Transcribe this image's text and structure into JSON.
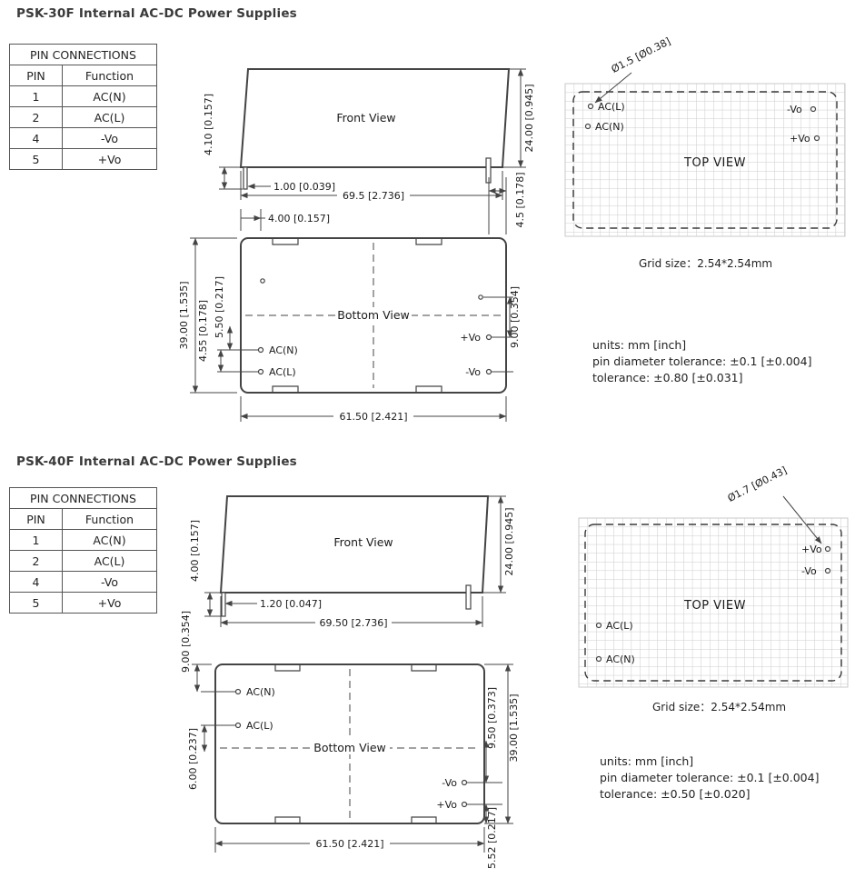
{
  "sections": [
    {
      "title": "PSK-30F Internal AC-DC Power Supplies",
      "pin_table": {
        "title": "PIN CONNECTIONS",
        "headers": {
          "pin": "PIN",
          "function": "Function"
        },
        "rows": [
          {
            "pin": "1",
            "fn": "AC(N)"
          },
          {
            "pin": "2",
            "fn": "AC(L)"
          },
          {
            "pin": "4",
            "fn": "-Vo"
          },
          {
            "pin": "5",
            "fn": "+Vo"
          }
        ]
      },
      "front_view": {
        "label": "Front View",
        "dims": {
          "pin_length": "4.10 [0.157]",
          "pin_inset": "1.00 [0.039]",
          "body_width": "69.5 [2.736]",
          "body_height": "24.00 [0.945]",
          "pin_edge_offset": "4.5 [0.178]"
        }
      },
      "bottom_view": {
        "label": "Bottom View",
        "dims": {
          "pin_col_offset": "4.00 [0.157]",
          "overall_height": "39.00 [1.535]",
          "pin_gap_a": "4.55 [0.178]",
          "pin_gap_b": "5.50 [0.217]",
          "pin_gap_right": "9.00 [0.354]",
          "body_width": "61.50 [2.421]"
        },
        "pins": {
          "acn": "AC(N)",
          "acl": "AC(L)",
          "pvo": "+Vo",
          "nvo": "-Vo"
        }
      },
      "top_view": {
        "label": "TOP VIEW",
        "pin_diameter": "Ø1.5 [Ø0.38]",
        "pins": {
          "acl": "AC(L)",
          "acn": "AC(N)",
          "nvo": "-Vo",
          "pvo": "+Vo"
        },
        "grid_note": "Grid size：2.54*2.54mm"
      },
      "notes": [
        "units: mm [inch]",
        "pin diameter tolerance: ±0.1 [±0.004]",
        "tolerance: ±0.80 [±0.031]"
      ]
    },
    {
      "title": "PSK-40F Internal AC-DC Power Supplies",
      "pin_table": {
        "title": "PIN CONNECTIONS",
        "headers": {
          "pin": "PIN",
          "function": "Function"
        },
        "rows": [
          {
            "pin": "1",
            "fn": "AC(N)"
          },
          {
            "pin": "2",
            "fn": "AC(L)"
          },
          {
            "pin": "4",
            "fn": "-Vo"
          },
          {
            "pin": "5",
            "fn": "+Vo"
          }
        ]
      },
      "front_view": {
        "label": "Front View",
        "dims": {
          "pin_length": "4.00 [0.157]",
          "pin_inset": "1.20 [0.047]",
          "body_width": "69.50 [2.736]",
          "body_height": "24.00 [0.945]"
        }
      },
      "bottom_view": {
        "label": "Bottom View",
        "dims": {
          "pin_row_offset": "9.00 [0.354]",
          "pin_gap_left": "6.00 [0.237]",
          "overall_height": "39.00 [1.535]",
          "pin_gap_right": "9.50 [0.373]",
          "pin_edge_offset": "5.52 [0.217]",
          "body_width": "61.50 [2.421]"
        },
        "pins": {
          "acn": "AC(N)",
          "acl": "AC(L)",
          "nvo": "-Vo",
          "pvo": "+Vo"
        }
      },
      "top_view": {
        "label": "TOP VIEW",
        "pin_diameter": "Ø1.7 [Ø0.43]",
        "pins": {
          "pvo": "+Vo",
          "nvo": "-Vo",
          "acl": "AC(L)",
          "acn": "AC(N)"
        },
        "grid_note": "Grid size：2.54*2.54mm"
      },
      "notes": [
        "units: mm [inch]",
        "pin diameter tolerance: ±0.1 [±0.004]",
        "tolerance: ±0.50 [±0.020]"
      ]
    }
  ]
}
